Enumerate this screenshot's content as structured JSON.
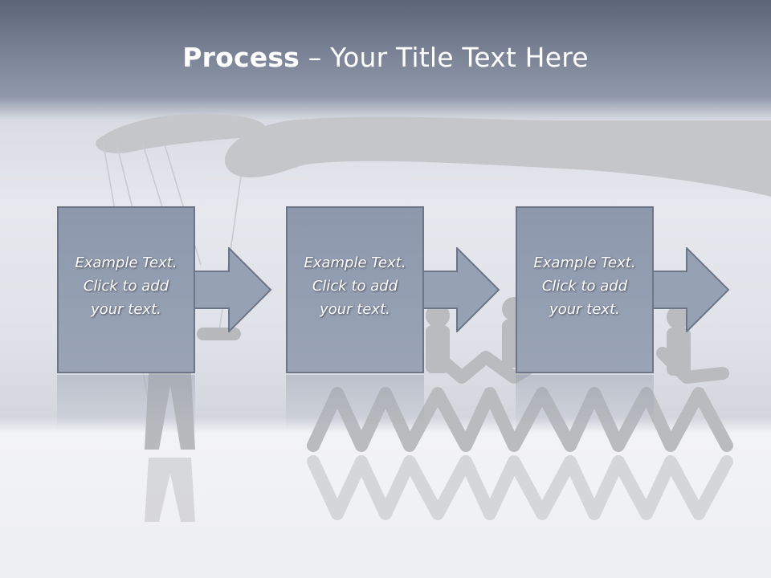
{
  "title": {
    "bold": "Process",
    "rest": " – Your Title Text Here"
  },
  "steps": [
    {
      "line1": "Example Text.",
      "line2": "Click  to add",
      "line3": "your text."
    },
    {
      "line1": "Example Text.",
      "line2": "Click  to add",
      "line3": "your text."
    },
    {
      "line1": "Example Text.",
      "line2": "Click  to add",
      "line3": "your text."
    }
  ],
  "colors": {
    "box_fill": "#97a1b4",
    "box_border": "#6d7686",
    "silhouette": "#b9bbbf"
  }
}
